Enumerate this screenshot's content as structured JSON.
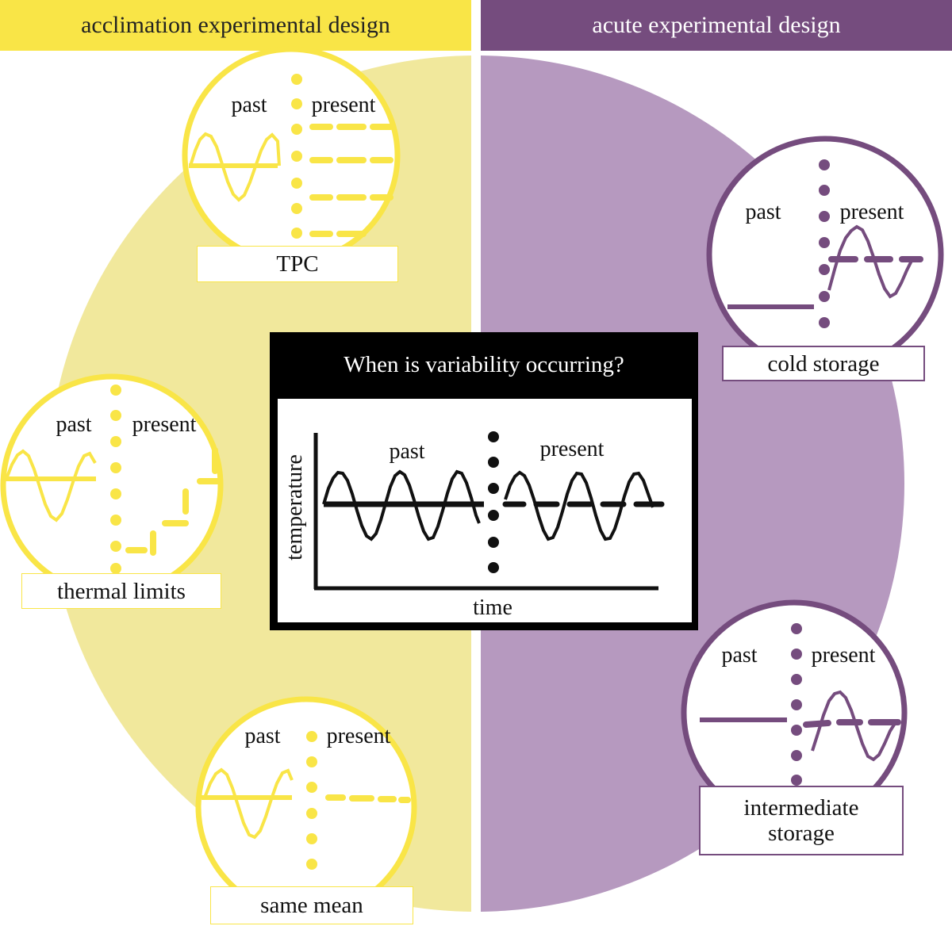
{
  "colors": {
    "yellow": "#f9e547",
    "yellow_field": "#f1e89c",
    "purple": "#754c7e",
    "purple_field": "#b699bf",
    "black": "#000000"
  },
  "banners": {
    "acclimation": "acclimation experimental design",
    "acute": "acute experimental design"
  },
  "center": {
    "question": "When is variability occurring?",
    "past": "past",
    "present": "present",
    "ylabel": "temperature",
    "xlabel": "time"
  },
  "designs": {
    "tpc": {
      "label": "TPC",
      "past": "past",
      "present": "present"
    },
    "thermal_limits": {
      "label": "thermal limits",
      "past": "past",
      "present": "present"
    },
    "same_mean": {
      "label": "same mean",
      "past": "past",
      "present": "present"
    },
    "cold_storage": {
      "label": "cold storage",
      "past": "past",
      "present": "present"
    },
    "intermediate_storage": {
      "label_line1": "intermediate",
      "label_line2": "storage",
      "past": "past",
      "present": "present"
    }
  }
}
